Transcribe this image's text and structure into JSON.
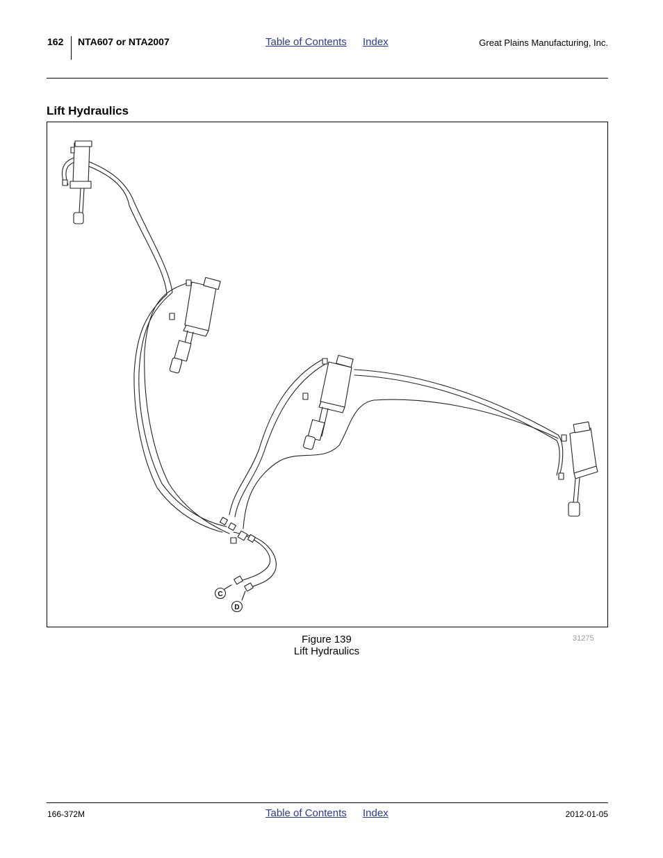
{
  "header": {
    "page_number": "162",
    "model": "NTA607 or NTA2007",
    "toc_link": "Table of Contents",
    "index_link": "Index",
    "company": "Great Plains Manufacturing, Inc."
  },
  "section": {
    "title": "Lift Hydraulics"
  },
  "figure": {
    "callouts": [
      "C",
      "D"
    ],
    "number_label": "Figure 139",
    "caption": "Lift Hydraulics",
    "art_code": "31275"
  },
  "footer": {
    "doc_number": "166-372M",
    "toc_link": "Table of Contents",
    "index_link": "Index",
    "date": "2012-01-05"
  },
  "colors": {
    "link": "#2b3a8f",
    "art_code": "#9a9a9a"
  }
}
